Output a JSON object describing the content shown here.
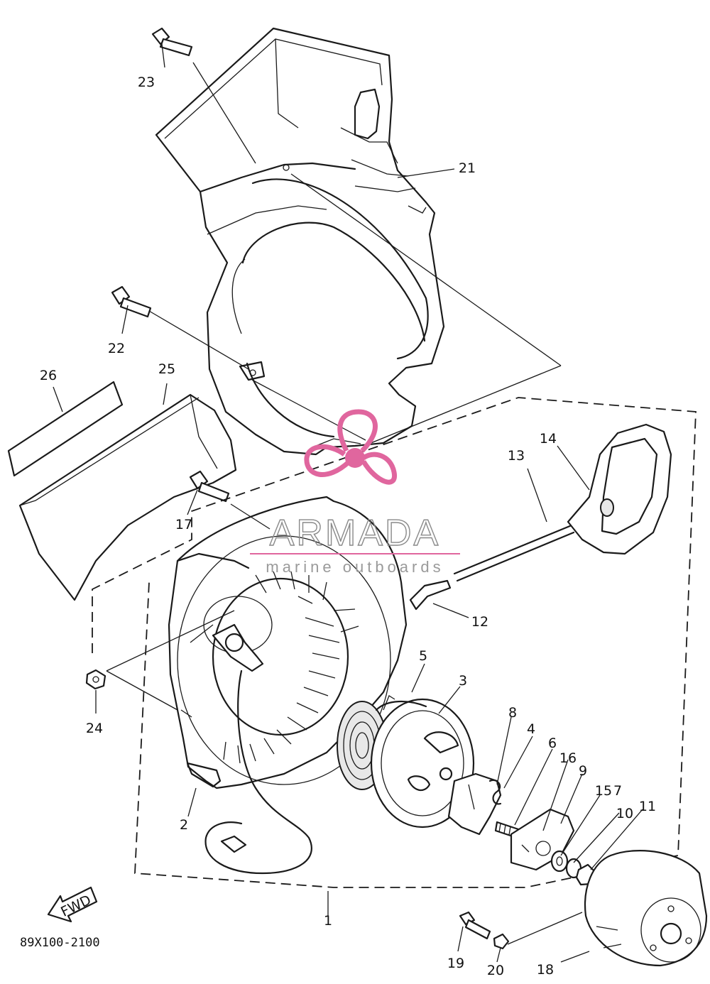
{
  "diagram": {
    "drawing_code": "89X100-2100",
    "fwd_arrow_text": "FWD",
    "part_numbers": [
      "1",
      "2",
      "3",
      "4",
      "5",
      "6",
      "8",
      "9",
      "10",
      "11",
      "12",
      "13",
      "14",
      "15",
      "7",
      "16",
      "17",
      "18",
      "19",
      "20",
      "21",
      "22",
      "23",
      "24",
      "25",
      "26"
    ]
  },
  "watermark": {
    "title": "ARMADA",
    "subtitle": "marine outboards",
    "logo_color": "#e0669e"
  }
}
